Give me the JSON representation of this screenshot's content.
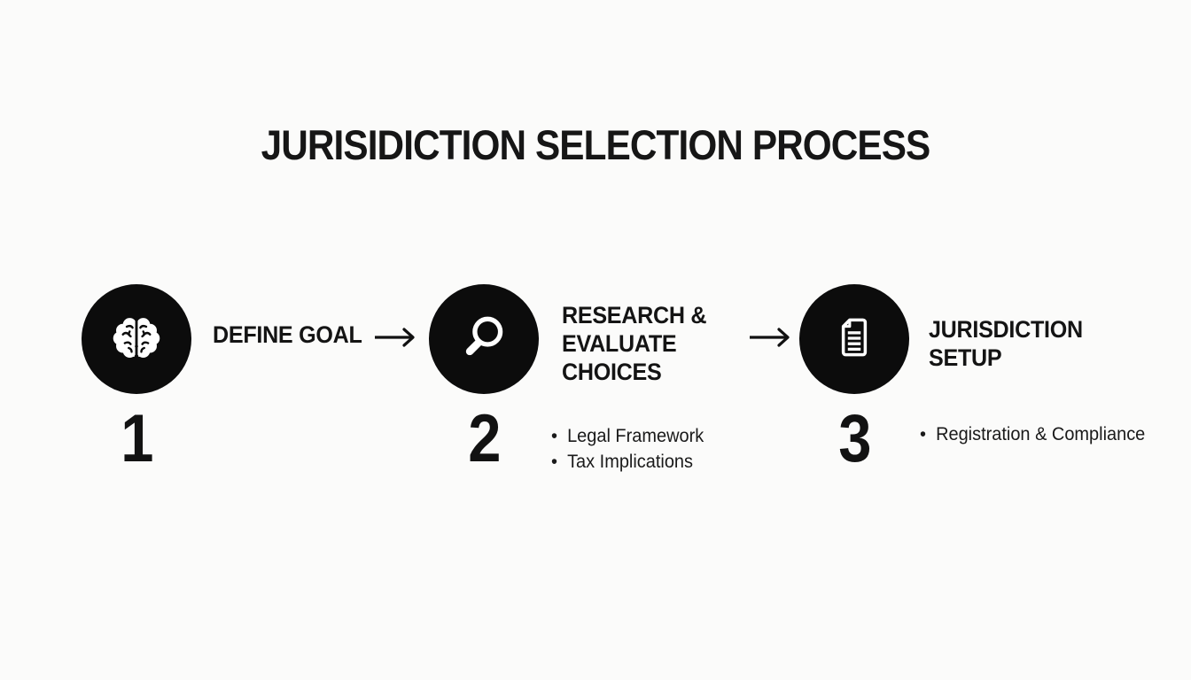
{
  "title": "JURISIDICTION SELECTION PROCESS",
  "steps": [
    {
      "number": "1",
      "label": "DEFINE GOAL",
      "icon": "brain-icon",
      "bullets": []
    },
    {
      "number": "2",
      "label": "RESEARCH & EVALUATE CHOICES",
      "icon": "magnifier-icon",
      "bullets": [
        "Legal Framework",
        "Tax Implications"
      ]
    },
    {
      "number": "3",
      "label": "JURISDICTION SETUP",
      "icon": "document-icon",
      "bullets": [
        "Registration & Compliance"
      ]
    }
  ],
  "colors": {
    "circle": "#0c0c0c",
    "text": "#141414",
    "background": "#fbfbfa"
  }
}
